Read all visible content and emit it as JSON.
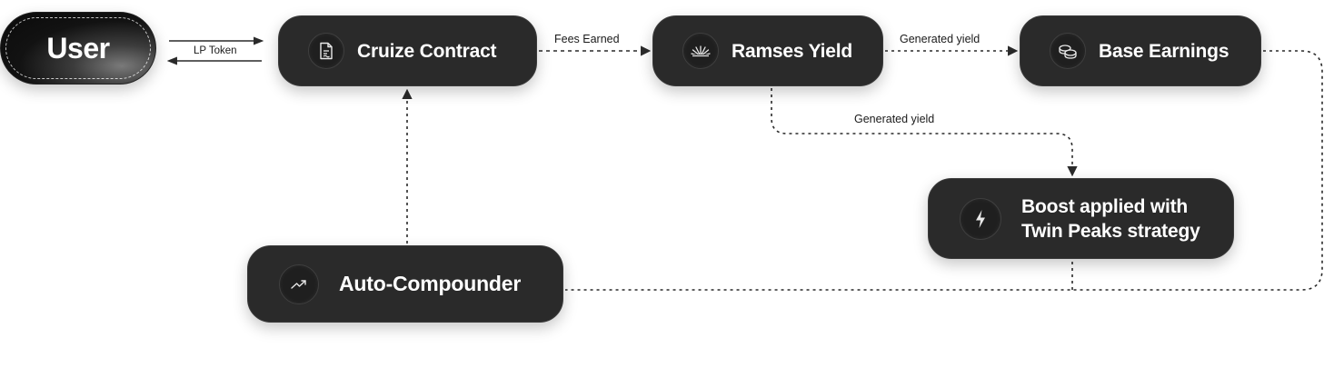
{
  "nodes": {
    "user": {
      "label": "User"
    },
    "cruize": {
      "label": "Cruize Contract",
      "icon": "document-icon"
    },
    "ramses": {
      "label": "Ramses Yield",
      "icon": "sunburst-icon"
    },
    "base": {
      "label": "Base Earnings",
      "icon": "coins-icon"
    },
    "boost": {
      "label": "Boost applied with\nTwin Peaks strategy",
      "icon": "lightning-icon"
    },
    "auto": {
      "label": "Auto-Compounder",
      "icon": "trend-up-icon"
    }
  },
  "edges": {
    "lp_token": "LP Token",
    "fees_earned": "Fees Earned",
    "generated_yield_top": "Generated yield",
    "generated_yield_bottom": "Generated yield"
  },
  "colors": {
    "node_bg": "#2a2a2a",
    "edge": "#2a2a2a",
    "text_light": "#ffffff"
  }
}
